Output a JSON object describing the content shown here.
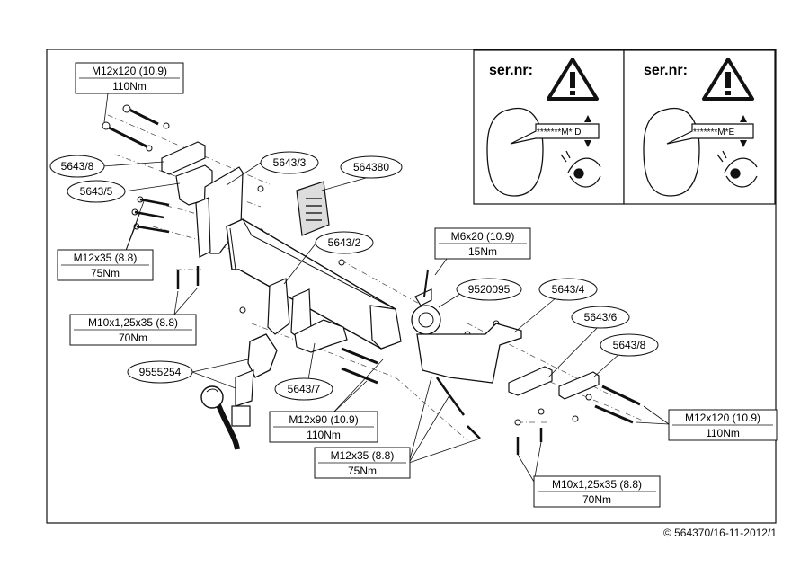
{
  "callouts": {
    "bolt_top_left": {
      "spec": "M12x120 (10.9)",
      "torque": "110Nm"
    },
    "bolt_m12x35_left": {
      "spec": "M12x35 (8.8)",
      "torque": "75Nm"
    },
    "bolt_m10_left": {
      "spec": "M10x1,25x35 (8.8)",
      "torque": "70Nm"
    },
    "bolt_m6": {
      "spec": "M6x20 (10.9)",
      "torque": "15Nm"
    },
    "bolt_m12x90": {
      "spec": "M12x90 (10.9)",
      "torque": "110Nm"
    },
    "bolt_m12x35_center": {
      "spec": "M12x35 (8.8)",
      "torque": "75Nm"
    },
    "bolt_m10_right": {
      "spec": "M10x1,25x35 (8.8)",
      "torque": "70Nm"
    },
    "bolt_m12x120_right": {
      "spec": "M12x120 (10.9)",
      "torque": "110Nm"
    }
  },
  "parts": {
    "p5643_8_left": "5643/8",
    "p5643_5": "5643/5",
    "p5643_3": "5643/3",
    "p564380": "564380",
    "p5643_2": "5643/2",
    "p9520095": "9520095",
    "p5643_4": "5643/4",
    "p5643_6": "5643/6",
    "p5643_8_right": "5643/8",
    "p9555254": "9555254",
    "p5643_7": "5643/7"
  },
  "serial": {
    "left": {
      "label": "ser.nr:",
      "code": "*******M* D"
    },
    "right": {
      "label": "ser.nr:",
      "code": "*******M*E"
    }
  },
  "footer": {
    "copyright": "© 564370/16-11-2012/1"
  }
}
